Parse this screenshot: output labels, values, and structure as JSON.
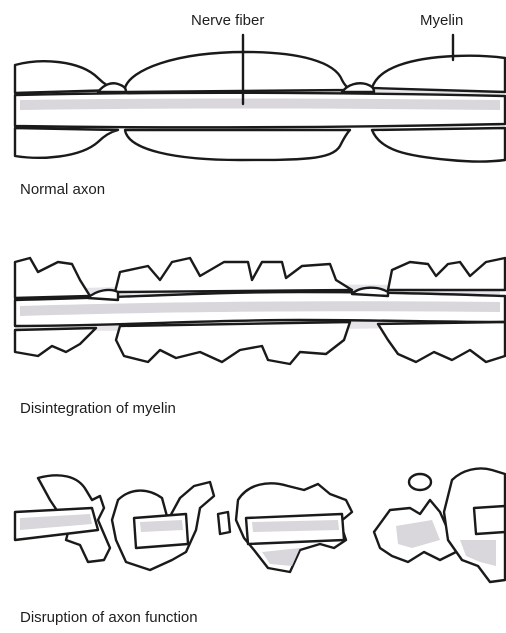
{
  "labels": {
    "nerve_fiber": "Nerve fiber",
    "myelin": "Myelin"
  },
  "panels": [
    {
      "caption": "Normal axon"
    },
    {
      "caption": "Disintegration of myelin"
    },
    {
      "caption": "Disruption of axon function"
    }
  ]
}
